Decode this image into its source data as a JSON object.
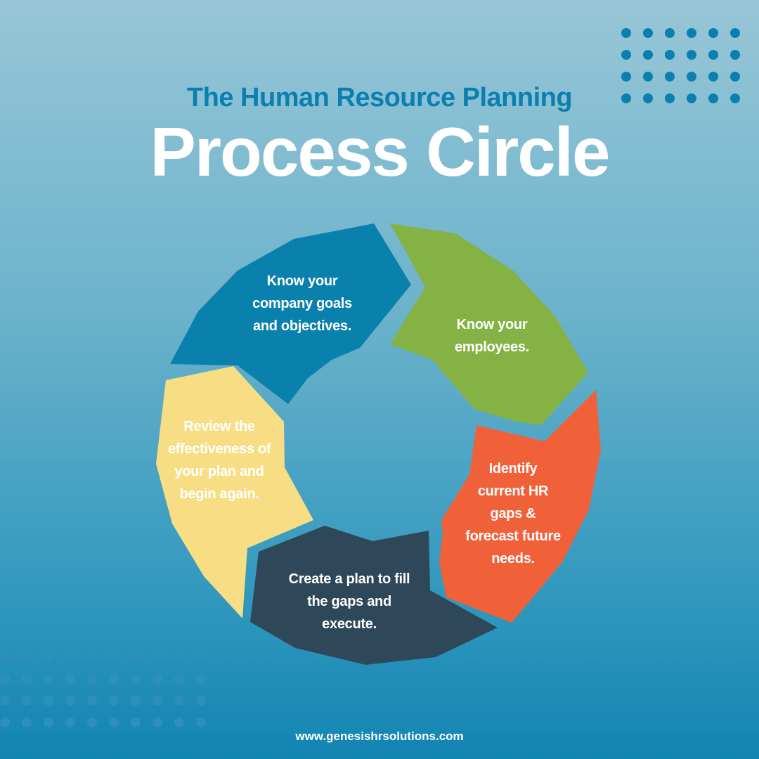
{
  "header": {
    "subtitle": "The Human Resource Planning",
    "title": "Process Circle"
  },
  "cycle": {
    "steps": [
      {
        "label": "Know your company goals and objectives.",
        "color": "#0a80ac"
      },
      {
        "label": "Know your employees.",
        "color": "#85b245"
      },
      {
        "label": "Identify current HR gaps & forecast future needs.",
        "color": "#f0613a"
      },
      {
        "label": "Create a plan to fill the gaps and execute.",
        "color": "#2f4859"
      },
      {
        "label": "Review the effectiveness of your plan and begin again.",
        "color": "#f7de85"
      }
    ]
  },
  "footer": {
    "url": "www.genesishrsolutions.com"
  }
}
